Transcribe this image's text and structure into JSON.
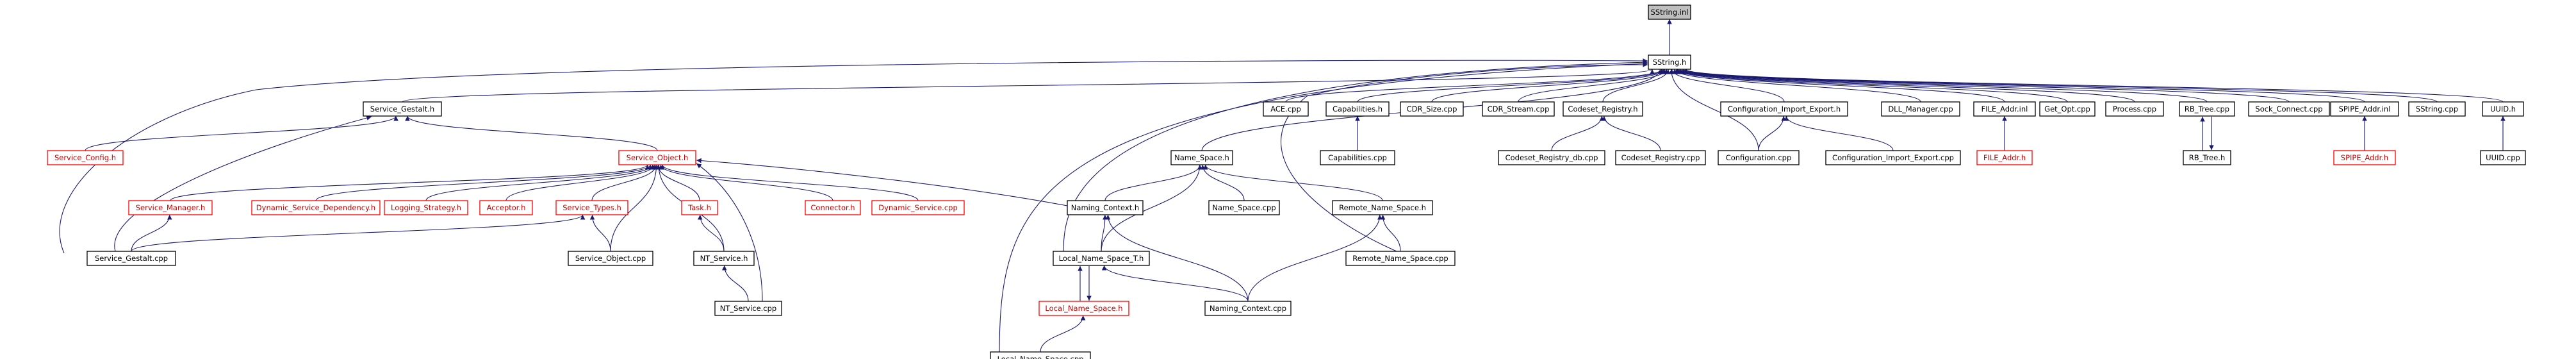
{
  "graph": {
    "nodes": [
      {
        "id": "sstring_inl",
        "label": "SString.inl",
        "style": "root"
      },
      {
        "id": "sstring_h",
        "label": "SString.h",
        "style": "normal"
      },
      {
        "id": "service_gestalt_h",
        "label": "Service_Gestalt.h",
        "style": "normal"
      },
      {
        "id": "service_config_h",
        "label": "Service_Config.h",
        "style": "missing"
      },
      {
        "id": "service_object_h",
        "label": "Service_Object.h",
        "style": "missing"
      },
      {
        "id": "service_manager_h",
        "label": "Service_Manager.h",
        "style": "missing"
      },
      {
        "id": "dyn_dep_h",
        "label": "Dynamic_Service_Dependency.h",
        "style": "missing"
      },
      {
        "id": "logging_strategy_h",
        "label": "Logging_Strategy.h",
        "style": "missing"
      },
      {
        "id": "acceptor_h",
        "label": "Acceptor.h",
        "style": "missing"
      },
      {
        "id": "service_types_h",
        "label": "Service_Types.h",
        "style": "missing"
      },
      {
        "id": "task_h",
        "label": "Task.h",
        "style": "missing"
      },
      {
        "id": "connector_h",
        "label": "Connector.h",
        "style": "missing"
      },
      {
        "id": "dynamic_service_cpp",
        "label": "Dynamic_Service.cpp",
        "style": "missing"
      },
      {
        "id": "service_gestalt_cpp",
        "label": "Service_Gestalt.cpp",
        "style": "normal"
      },
      {
        "id": "service_object_cpp",
        "label": "Service_Object.cpp",
        "style": "normal"
      },
      {
        "id": "nt_service_h",
        "label": "NT_Service.h",
        "style": "normal"
      },
      {
        "id": "nt_service_cpp",
        "label": "NT_Service.cpp",
        "style": "normal"
      },
      {
        "id": "name_space_h",
        "label": "Name_Space.h",
        "style": "normal"
      },
      {
        "id": "naming_context_h",
        "label": "Naming_Context.h",
        "style": "normal"
      },
      {
        "id": "name_space_cpp",
        "label": "Name_Space.cpp",
        "style": "normal"
      },
      {
        "id": "remote_name_space_h",
        "label": "Remote_Name_Space.h",
        "style": "normal"
      },
      {
        "id": "local_name_space_t_h",
        "label": "Local_Name_Space_T.h",
        "style": "normal"
      },
      {
        "id": "remote_name_space_cpp",
        "label": "Remote_Name_Space.cpp",
        "style": "normal"
      },
      {
        "id": "local_name_space_h",
        "label": "Local_Name_Space.h",
        "style": "missing"
      },
      {
        "id": "naming_context_cpp",
        "label": "Naming_Context.cpp",
        "style": "normal"
      },
      {
        "id": "local_name_space_cpp",
        "label": "Local_Name_Space.cpp",
        "style": "normal"
      },
      {
        "id": "ace_cpp",
        "label": "ACE.cpp",
        "style": "normal"
      },
      {
        "id": "capabilities_h",
        "label": "Capabilities.h",
        "style": "normal"
      },
      {
        "id": "capabilities_cpp",
        "label": "Capabilities.cpp",
        "style": "normal"
      },
      {
        "id": "cdr_size_cpp",
        "label": "CDR_Size.cpp",
        "style": "normal"
      },
      {
        "id": "cdr_stream_cpp",
        "label": "CDR_Stream.cpp",
        "style": "normal"
      },
      {
        "id": "codeset_registry_h",
        "label": "Codeset_Registry.h",
        "style": "normal"
      },
      {
        "id": "codeset_registry_bmp_cpp",
        "label": "Codeset_Registry_db.cpp",
        "style": "normal"
      },
      {
        "id": "codeset_registry_cpp",
        "label": "Codeset_Registry.cpp",
        "style": "normal"
      },
      {
        "id": "config_import_export_h",
        "label": "Configuration_Import_Export.h",
        "style": "normal"
      },
      {
        "id": "configuration_cpp",
        "label": "Configuration.cpp",
        "style": "normal"
      },
      {
        "id": "config_import_export_cpp",
        "label": "Configuration_Import_Export.cpp",
        "style": "normal"
      },
      {
        "id": "dll_manager_cpp",
        "label": "DLL_Manager.cpp",
        "style": "normal"
      },
      {
        "id": "file_addr_inl",
        "label": "FILE_Addr.inl",
        "style": "normal"
      },
      {
        "id": "file_addr_h",
        "label": "FILE_Addr.h",
        "style": "missing"
      },
      {
        "id": "get_opt_cpp",
        "label": "Get_Opt.cpp",
        "style": "normal"
      },
      {
        "id": "process_cpp",
        "label": "Process.cpp",
        "style": "normal"
      },
      {
        "id": "rb_tree_cpp",
        "label": "RB_Tree.cpp",
        "style": "normal"
      },
      {
        "id": "rb_tree_h",
        "label": "RB_Tree.h",
        "style": "normal"
      },
      {
        "id": "sock_connect_cpp",
        "label": "Sock_Connect.cpp",
        "style": "normal"
      },
      {
        "id": "spipe_addr_inl",
        "label": "SPIPE_Addr.inl",
        "style": "normal"
      },
      {
        "id": "spipe_addr_h",
        "label": "SPIPE_Addr.h",
        "style": "missing"
      },
      {
        "id": "sstring_cpp",
        "label": "SString.cpp",
        "style": "normal"
      },
      {
        "id": "uuid_h",
        "label": "UUID.h",
        "style": "normal"
      },
      {
        "id": "uuid_cpp",
        "label": "UUID.cpp",
        "style": "normal"
      }
    ],
    "edges": [
      [
        "sstring_h",
        "sstring_inl"
      ],
      [
        "service_gestalt_h",
        "sstring_h"
      ],
      [
        "name_space_h",
        "sstring_h"
      ],
      [
        "ace_cpp",
        "sstring_h"
      ],
      [
        "capabilities_h",
        "sstring_h"
      ],
      [
        "cdr_size_cpp",
        "sstring_h"
      ],
      [
        "cdr_stream_cpp",
        "sstring_h"
      ],
      [
        "codeset_registry_h",
        "sstring_h"
      ],
      [
        "config_import_export_h",
        "sstring_h"
      ],
      [
        "configuration_cpp",
        "sstring_h"
      ],
      [
        "dll_manager_cpp",
        "sstring_h"
      ],
      [
        "file_addr_inl",
        "sstring_h"
      ],
      [
        "get_opt_cpp",
        "sstring_h"
      ],
      [
        "process_cpp",
        "sstring_h"
      ],
      [
        "rb_tree_cpp",
        "sstring_h"
      ],
      [
        "sock_connect_cpp",
        "sstring_h"
      ],
      [
        "spipe_addr_inl",
        "sstring_h"
      ],
      [
        "sstring_cpp",
        "sstring_h"
      ],
      [
        "uuid_h",
        "sstring_h"
      ],
      [
        "local_name_space_t_h",
        "sstring_h"
      ],
      [
        "local_name_space_cpp",
        "sstring_h"
      ],
      [
        "remote_name_space_cpp",
        "sstring_h"
      ],
      [
        "service_gestalt_cpp",
        "sstring_h"
      ],
      [
        "service_config_h",
        "service_gestalt_h"
      ],
      [
        "service_object_h",
        "service_gestalt_h"
      ],
      [
        "service_gestalt_cpp",
        "service_gestalt_h"
      ],
      [
        "service_manager_h",
        "service_object_h"
      ],
      [
        "dyn_dep_h",
        "service_object_h"
      ],
      [
        "logging_strategy_h",
        "service_object_h"
      ],
      [
        "acceptor_h",
        "service_object_h"
      ],
      [
        "service_types_h",
        "service_object_h"
      ],
      [
        "task_h",
        "service_object_h"
      ],
      [
        "connector_h",
        "service_object_h"
      ],
      [
        "dynamic_service_cpp",
        "service_object_h"
      ],
      [
        "naming_context_h",
        "service_object_h"
      ],
      [
        "service_object_cpp",
        "service_object_h"
      ],
      [
        "nt_service_h",
        "service_object_h"
      ],
      [
        "nt_service_cpp",
        "service_object_h"
      ],
      [
        "service_gestalt_cpp",
        "service_manager_h"
      ],
      [
        "service_gestalt_cpp",
        "service_types_h"
      ],
      [
        "service_object_cpp",
        "service_types_h"
      ],
      [
        "nt_service_h",
        "task_h"
      ],
      [
        "nt_service_cpp",
        "nt_service_h"
      ],
      [
        "naming_context_h",
        "name_space_h"
      ],
      [
        "name_space_cpp",
        "name_space_h"
      ],
      [
        "remote_name_space_h",
        "name_space_h"
      ],
      [
        "local_name_space_t_h",
        "name_space_h"
      ],
      [
        "local_name_space_t_h",
        "naming_context_h"
      ],
      [
        "naming_context_cpp",
        "naming_context_h"
      ],
      [
        "remote_name_space_cpp",
        "remote_name_space_h"
      ],
      [
        "naming_context_cpp",
        "remote_name_space_h"
      ],
      [
        "local_name_space_h",
        "local_name_space_t_h"
      ],
      [
        "local_name_space_t_h",
        "local_name_space_h"
      ],
      [
        "naming_context_cpp",
        "local_name_space_t_h"
      ],
      [
        "local_name_space_cpp",
        "local_name_space_h"
      ],
      [
        "capabilities_cpp",
        "capabilities_h"
      ],
      [
        "codeset_registry_bmp_cpp",
        "codeset_registry_h"
      ],
      [
        "codeset_registry_cpp",
        "codeset_registry_h"
      ],
      [
        "configuration_cpp",
        "config_import_export_h"
      ],
      [
        "config_import_export_cpp",
        "config_import_export_h"
      ],
      [
        "file_addr_h",
        "file_addr_inl"
      ],
      [
        "rb_tree_h",
        "rb_tree_cpp"
      ],
      [
        "rb_tree_cpp",
        "rb_tree_h"
      ],
      [
        "spipe_addr_h",
        "spipe_addr_inl"
      ],
      [
        "uuid_cpp",
        "uuid_h"
      ]
    ]
  }
}
